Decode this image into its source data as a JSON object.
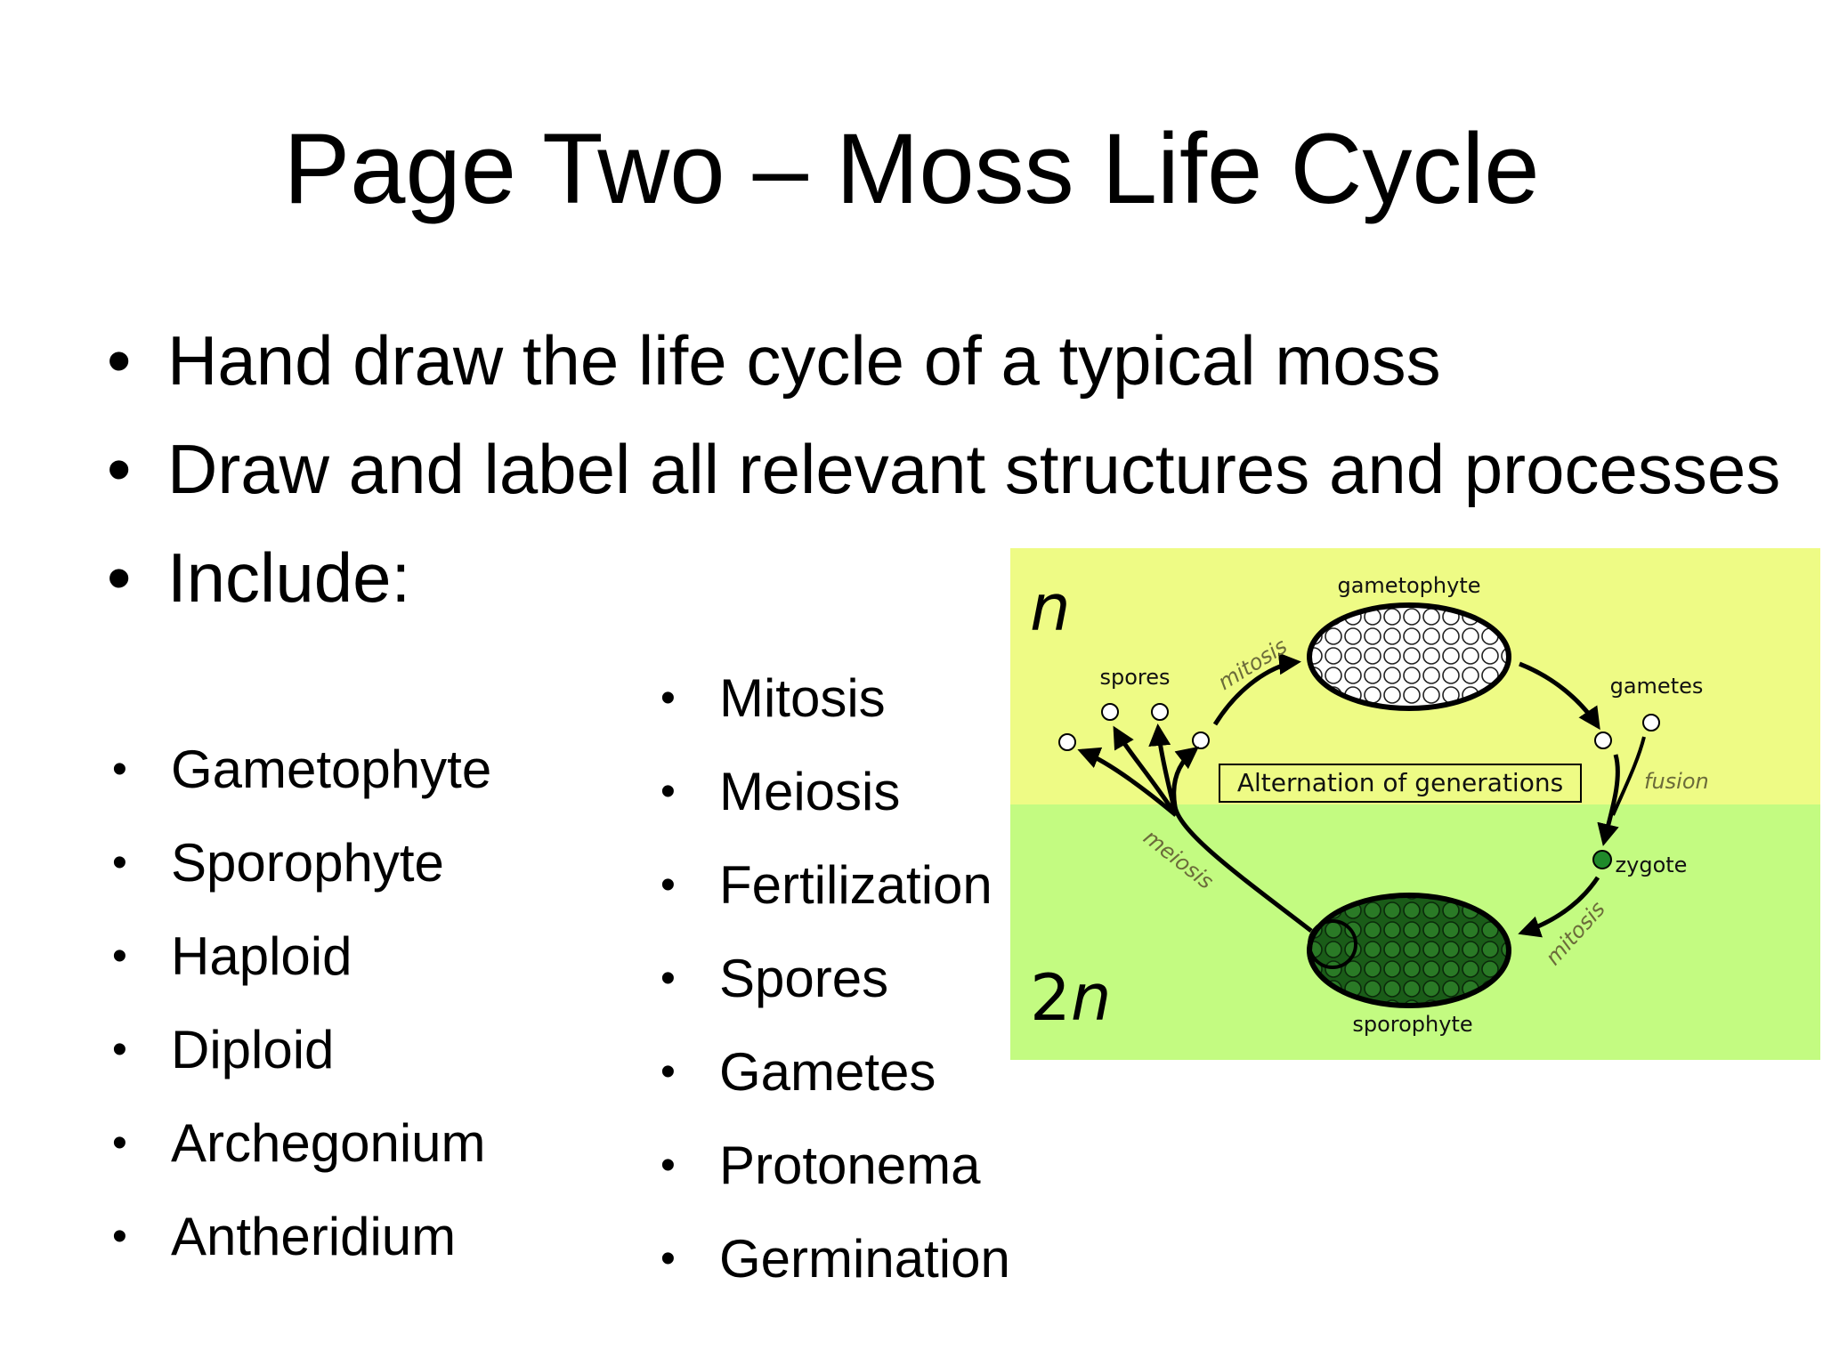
{
  "slide": {
    "title": "Page Two – Moss Life Cycle",
    "bullets": [
      "Hand draw the life cycle of a typical moss",
      "Draw and label all relevant structures and processes",
      "Include:"
    ],
    "terms_left": [
      "Gametophyte",
      "Sporophyte",
      "Haploid",
      "Diploid",
      "Archegonium",
      "Antheridium"
    ],
    "terms_right": [
      "Mitosis",
      "Meiosis",
      "Fertilization",
      "Spores",
      "Gametes",
      "Protonema",
      "Germination"
    ]
  },
  "diagram": {
    "haploid_label": "n",
    "diploid_label": "2",
    "diploid_label_n": "n",
    "center_label": "Alternation of generations",
    "gametophyte": "gametophyte",
    "sporophyte": "sporophyte",
    "spores": "spores",
    "gametes": "gametes",
    "zygote": "zygote",
    "mitosis_top": "mitosis",
    "mitosis_bottom": "mitosis",
    "fusion": "fusion",
    "meiosis": "meiosis",
    "colors": {
      "haploid_band": "#eefb85",
      "diploid_band": "#c3fb81",
      "sporophyte_fill": "#1f6b1c",
      "process_text": "#6b6b3a"
    }
  }
}
